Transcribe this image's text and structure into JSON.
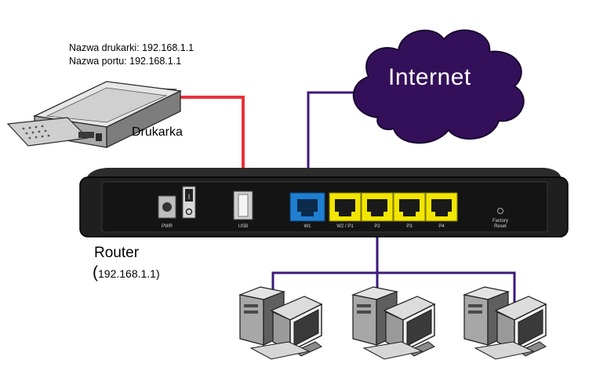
{
  "printer": {
    "name_line": "Nazwa drukarki: 192.168.1.1",
    "port_line": "Nazwa portu: 192.168.1.1",
    "label": "Drukarka"
  },
  "router": {
    "label": "Router",
    "ip_open": "(",
    "ip": "192.168.1.1)",
    "ports": [
      "PWR",
      "USB",
      "W1",
      "W2 / P1",
      "P2",
      "P3",
      "P4"
    ],
    "reset_label_1": "Factory",
    "reset_label_2": "Reset"
  },
  "cloud": {
    "label": "Internet"
  },
  "colors": {
    "usb_cable": "#e8333a",
    "lan_cable": "#3d1a7a",
    "wan_port": "#1e7fd0",
    "lan_port": "#f2e600",
    "cloud_fill": "#34105a",
    "router_body": "#1f1f1f"
  },
  "icons": [
    "printer-icon",
    "cloud-icon",
    "router-icon",
    "computer-icon"
  ]
}
